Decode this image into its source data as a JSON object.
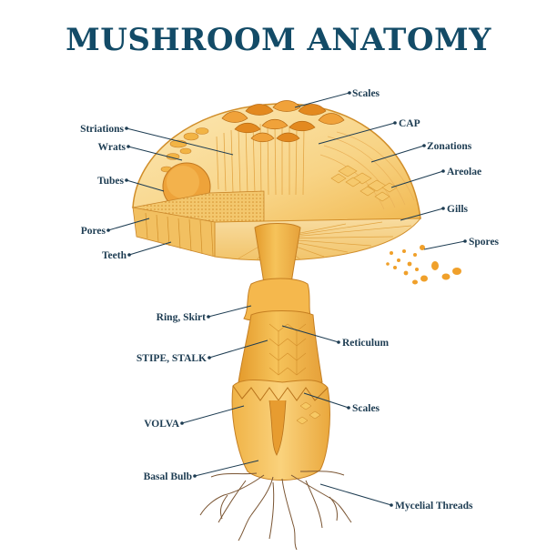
{
  "title": "MUSHROOM ANATOMY",
  "labels": {
    "scales_top": "Scales",
    "cap": "CAP",
    "zonations": "Zonations",
    "areolae": "Areolae",
    "gills": "Gills",
    "spores": "Spores",
    "striations": "Striations",
    "wrats": "Wrats",
    "tubes": "Tubes",
    "pores": "Pores",
    "teeth": "Teeth",
    "ring_skirt": "Ring, Skirt",
    "reticulum": "Reticulum",
    "stipe_stalk": "STIPE, STALK",
    "scales_volva": "Scales",
    "volva": "VOLVA",
    "basal_bulb": "Basal Bulb",
    "mycelial_threads": "Mycelial Threads"
  },
  "colors": {
    "title": "#134b67",
    "label_text": "#1d3c52",
    "cap_light": "#fbe3a8",
    "cap_mid": "#f6c566",
    "cap_dark": "#e9a032",
    "scale_orange": "#e38a1f",
    "stem": "#f2b545",
    "stem_dark": "#dc962a",
    "roots": "#7a5533",
    "spores": "#f0a02a"
  }
}
